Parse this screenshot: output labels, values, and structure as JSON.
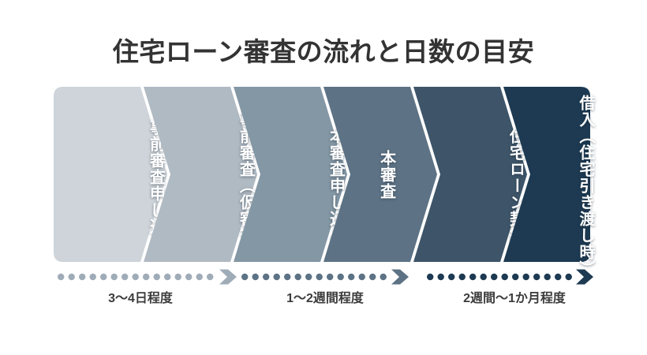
{
  "title": "住宅ローン審査の流れと日数の目安",
  "flow": {
    "steps": [
      {
        "label": "事前審査申し込み",
        "color": "#ced4d9",
        "align": "top"
      },
      {
        "label": "事前審査（仮審査）",
        "color": "#b0bac3",
        "align": "top"
      },
      {
        "label": "本審査申し込み",
        "color": "#8497a5",
        "align": "top"
      },
      {
        "label": "本審査",
        "color": "#5d7385",
        "align": "center"
      },
      {
        "label": "住宅ローン契約",
        "color": "#3e5569",
        "align": "top"
      },
      {
        "label": "借入（住宅引き渡し時）",
        "color": "#1d3a52",
        "align": "top"
      }
    ]
  },
  "durations": [
    {
      "label": "3〜4日程度",
      "color": "#9facb8"
    },
    {
      "label": "1〜2週間程度",
      "color": "#5d7385"
    },
    {
      "label": "2週間〜1か月程度",
      "color": "#1d3a52"
    }
  ]
}
